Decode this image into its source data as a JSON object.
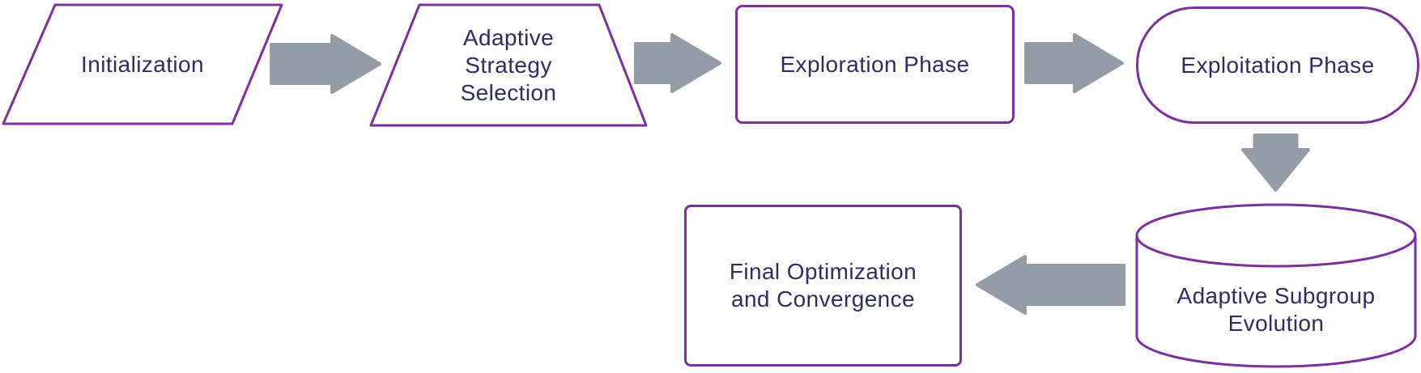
{
  "diagram": {
    "type": "flowchart",
    "colors": {
      "node_border": "#7c2f9e",
      "node_fill": "#ffffff",
      "arrow": "#949ca8",
      "label_text": "#2b2e5e",
      "background": "#ffffff"
    },
    "nodes": [
      {
        "id": "initialization",
        "shape": "parallelogram",
        "label": "Initialization"
      },
      {
        "id": "adaptive-strategy-selection",
        "shape": "trapezoid",
        "label": "Adaptive\nStrategy\nSelection"
      },
      {
        "id": "exploration-phase",
        "shape": "rounded-rectangle",
        "label": "Exploration Phase"
      },
      {
        "id": "exploitation-phase",
        "shape": "stadium",
        "label": "Exploitation Phase"
      },
      {
        "id": "adaptive-subgroup-evolution",
        "shape": "cylinder",
        "label": "Adaptive Subgroup\nEvolution"
      },
      {
        "id": "final-optimization-and-convergence",
        "shape": "rounded-rectangle",
        "label": "Final Optimization\nand Convergence"
      }
    ],
    "edges": [
      {
        "from": "initialization",
        "to": "adaptive-strategy-selection",
        "direction": "right"
      },
      {
        "from": "adaptive-strategy-selection",
        "to": "exploration-phase",
        "direction": "right"
      },
      {
        "from": "exploration-phase",
        "to": "exploitation-phase",
        "direction": "right"
      },
      {
        "from": "exploitation-phase",
        "to": "adaptive-subgroup-evolution",
        "direction": "down"
      },
      {
        "from": "adaptive-subgroup-evolution",
        "to": "final-optimization-and-convergence",
        "direction": "left"
      }
    ]
  }
}
